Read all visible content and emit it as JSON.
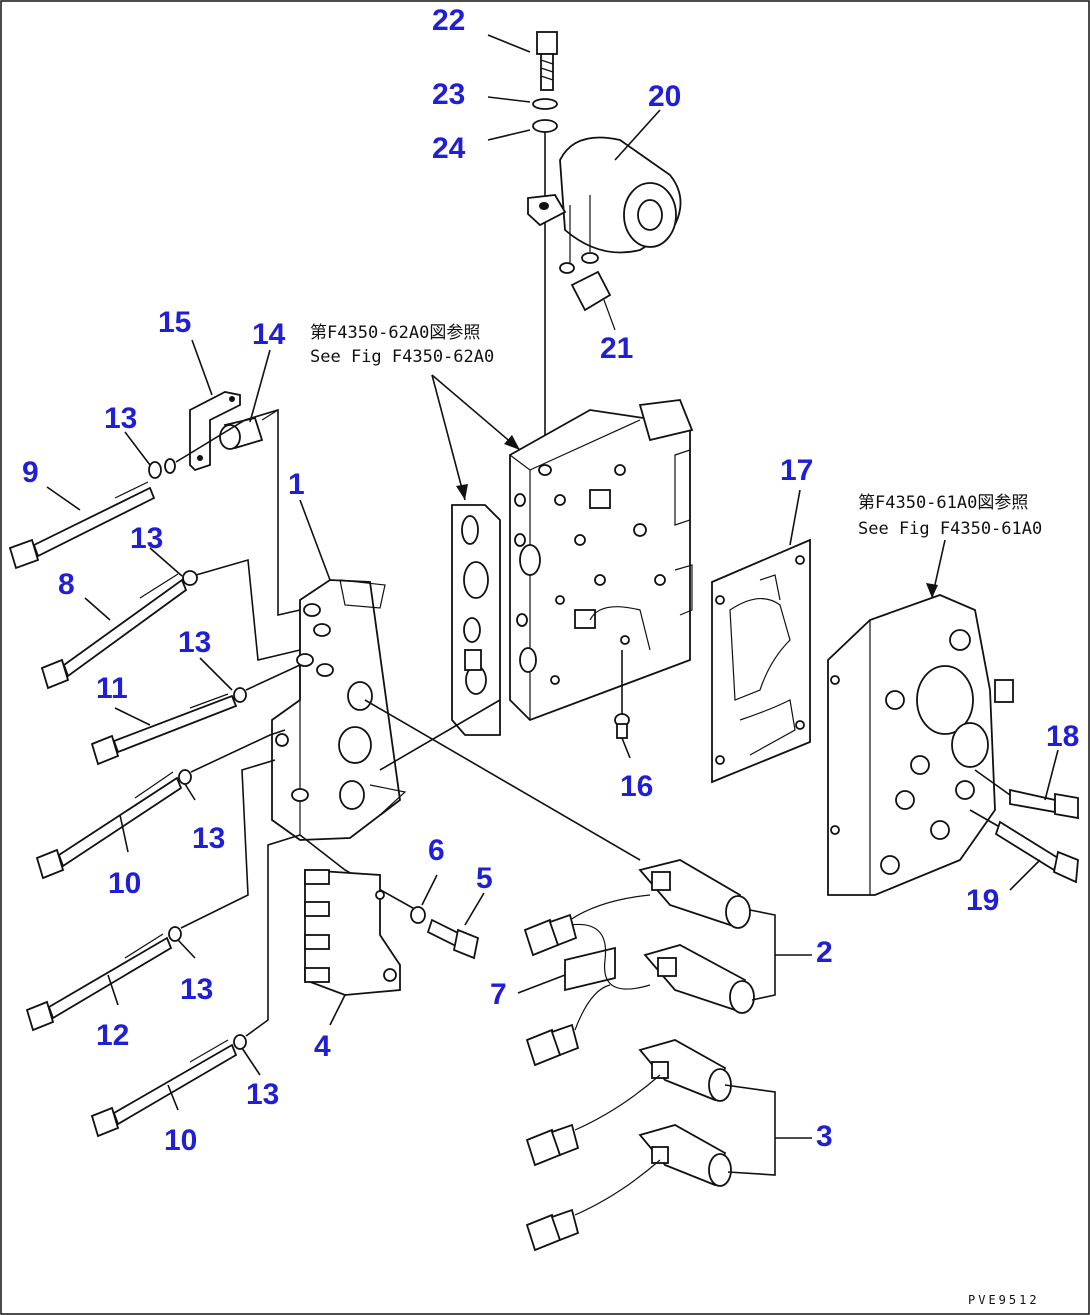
{
  "callouts": [
    {
      "id": "c1",
      "label": "1"
    },
    {
      "id": "c2",
      "label": "2"
    },
    {
      "id": "c3",
      "label": "3"
    },
    {
      "id": "c4",
      "label": "4"
    },
    {
      "id": "c5",
      "label": "5"
    },
    {
      "id": "c6",
      "label": "6"
    },
    {
      "id": "c7",
      "label": "7"
    },
    {
      "id": "c8",
      "label": "8"
    },
    {
      "id": "c9",
      "label": "9"
    },
    {
      "id": "c10a",
      "label": "10"
    },
    {
      "id": "c10b",
      "label": "10"
    },
    {
      "id": "c11",
      "label": "11"
    },
    {
      "id": "c12",
      "label": "12"
    },
    {
      "id": "c13a",
      "label": "13"
    },
    {
      "id": "c13b",
      "label": "13"
    },
    {
      "id": "c13c",
      "label": "13"
    },
    {
      "id": "c13d",
      "label": "13"
    },
    {
      "id": "c13e",
      "label": "13"
    },
    {
      "id": "c13f",
      "label": "13"
    },
    {
      "id": "c14",
      "label": "14"
    },
    {
      "id": "c15",
      "label": "15"
    },
    {
      "id": "c16",
      "label": "16"
    },
    {
      "id": "c17",
      "label": "17"
    },
    {
      "id": "c18",
      "label": "18"
    },
    {
      "id": "c19",
      "label": "19"
    },
    {
      "id": "c20",
      "label": "20"
    },
    {
      "id": "c21",
      "label": "21"
    },
    {
      "id": "c22",
      "label": "22"
    },
    {
      "id": "c23",
      "label": "23"
    },
    {
      "id": "c24",
      "label": "24"
    }
  ],
  "references": {
    "top_jp": "第F4350-62A0図参照",
    "top_en": "See Fig F4350-62A0",
    "right_jp": "第F4350-61A0図参照",
    "right_en": "See Fig F4350-61A0"
  },
  "drawing_code": "PVE9512"
}
